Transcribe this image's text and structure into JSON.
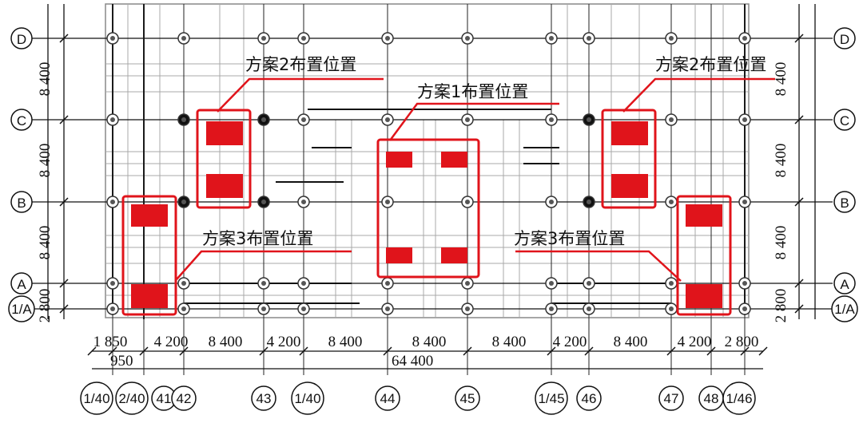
{
  "row_axes": [
    {
      "id": "D",
      "label": "D"
    },
    {
      "id": "C",
      "label": "C"
    },
    {
      "id": "B",
      "label": "B"
    },
    {
      "id": "A",
      "label": "A"
    },
    {
      "id": "1A",
      "label": "1/A"
    }
  ],
  "row_dimensions": [
    "8 400",
    "8 400",
    "8 400",
    "2 800"
  ],
  "column_dimensions": [
    "1 850",
    "4 200",
    "8 400",
    "4 200",
    "8 400",
    "8 400",
    "8 400",
    "4 200",
    "8 400",
    "4 200",
    "2 800"
  ],
  "overall_dimension": "64 400",
  "partial_dimension": "950",
  "column_axes": [
    "1/40",
    "2/40",
    "41",
    "42",
    "43",
    "1/40",
    "44",
    "45",
    "1/45",
    "46",
    "47",
    "48",
    "1/46"
  ],
  "plan_labels": {
    "scheme1": "方案1布置位置",
    "scheme2": "方案2布置位置",
    "scheme3": "方案3布置位置"
  },
  "colors": {
    "highlight": "#e0141b",
    "line": "#111111",
    "grid_light": "#9a9a9a"
  }
}
